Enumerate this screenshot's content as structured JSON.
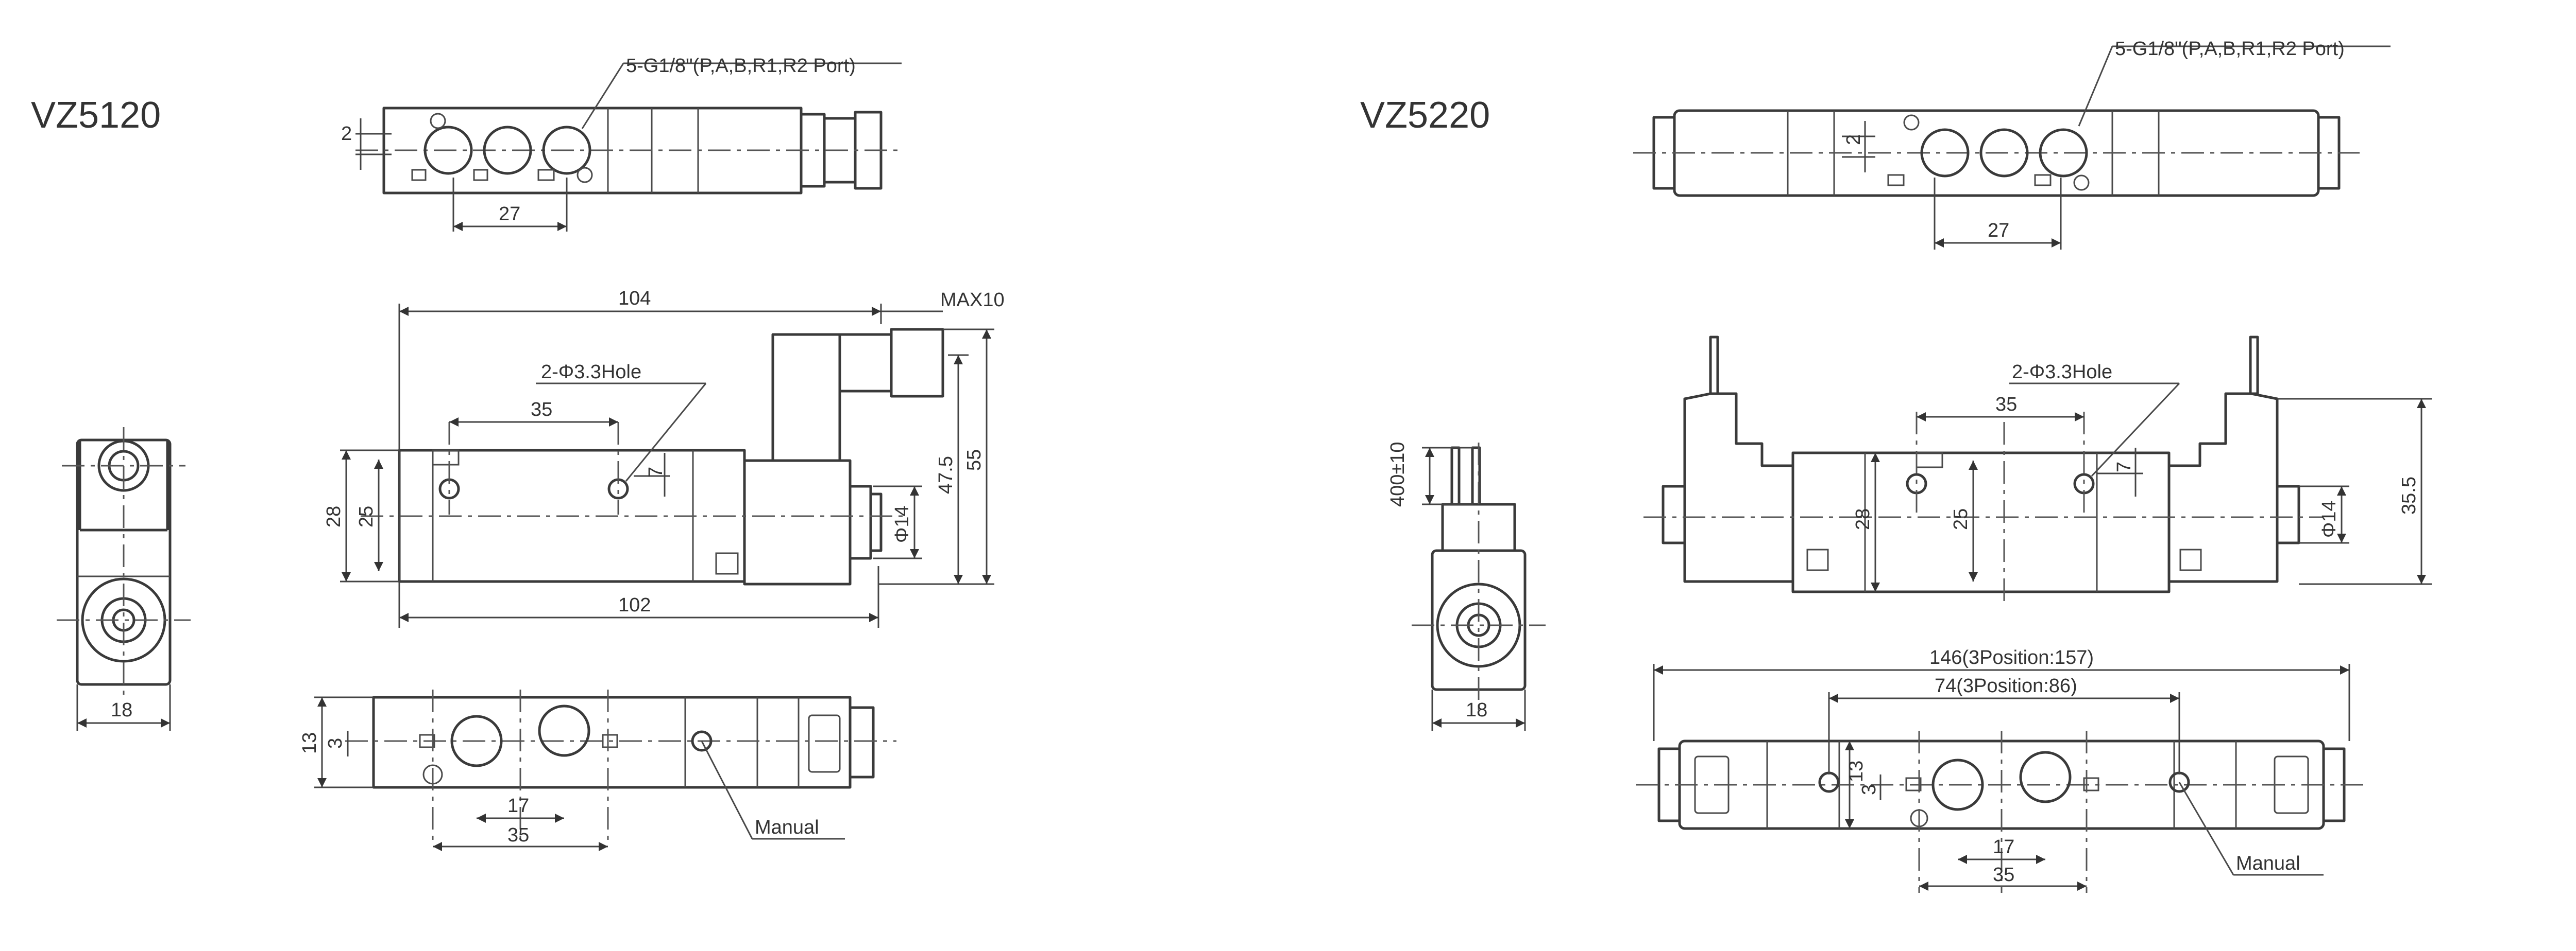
{
  "left": {
    "model": "VZ5120",
    "top_view": {
      "port_note": "5-G1/8\"(P,A,B,R1,R2 Port)",
      "dim_2": "2",
      "dim_27": "27"
    },
    "front_view": {
      "dim_104": "104",
      "max": "MAX10",
      "hole_note": "2-Φ3.3Hole",
      "dim_35": "35",
      "dim_7": "7",
      "dim_28": "28",
      "dim_25": "25",
      "dim_phi14": "Φ14",
      "dim_475": "47.5",
      "dim_55": "55",
      "dim_102": "102"
    },
    "side_view": {
      "dim_18": "18"
    },
    "bottom_view": {
      "dim_13": "13",
      "dim_3": "3",
      "dim_17": "17",
      "dim_35": "35",
      "manual": "Manual"
    }
  },
  "right": {
    "model": "VZ5220",
    "top_view": {
      "port_note": "5-G1/8\"(P,A,B,R1,R2 Port)",
      "dim_2": "2",
      "dim_27": "27"
    },
    "front_view": {
      "hole_note": "2-Φ3.3Hole",
      "dim_35": "35",
      "dim_7": "7",
      "dim_28": "28",
      "dim_25": "25",
      "dim_phi14": "Φ14",
      "dim_355": "35.5"
    },
    "side_view": {
      "dim_400": "400±10",
      "dim_18": "18"
    },
    "bottom_view": {
      "dim_146": "146(3Position:157)",
      "dim_74": "74(3Position:86)",
      "dim_13": "13",
      "dim_3": "3",
      "dim_17": "17",
      "dim_35": "35",
      "manual": "Manual"
    }
  }
}
